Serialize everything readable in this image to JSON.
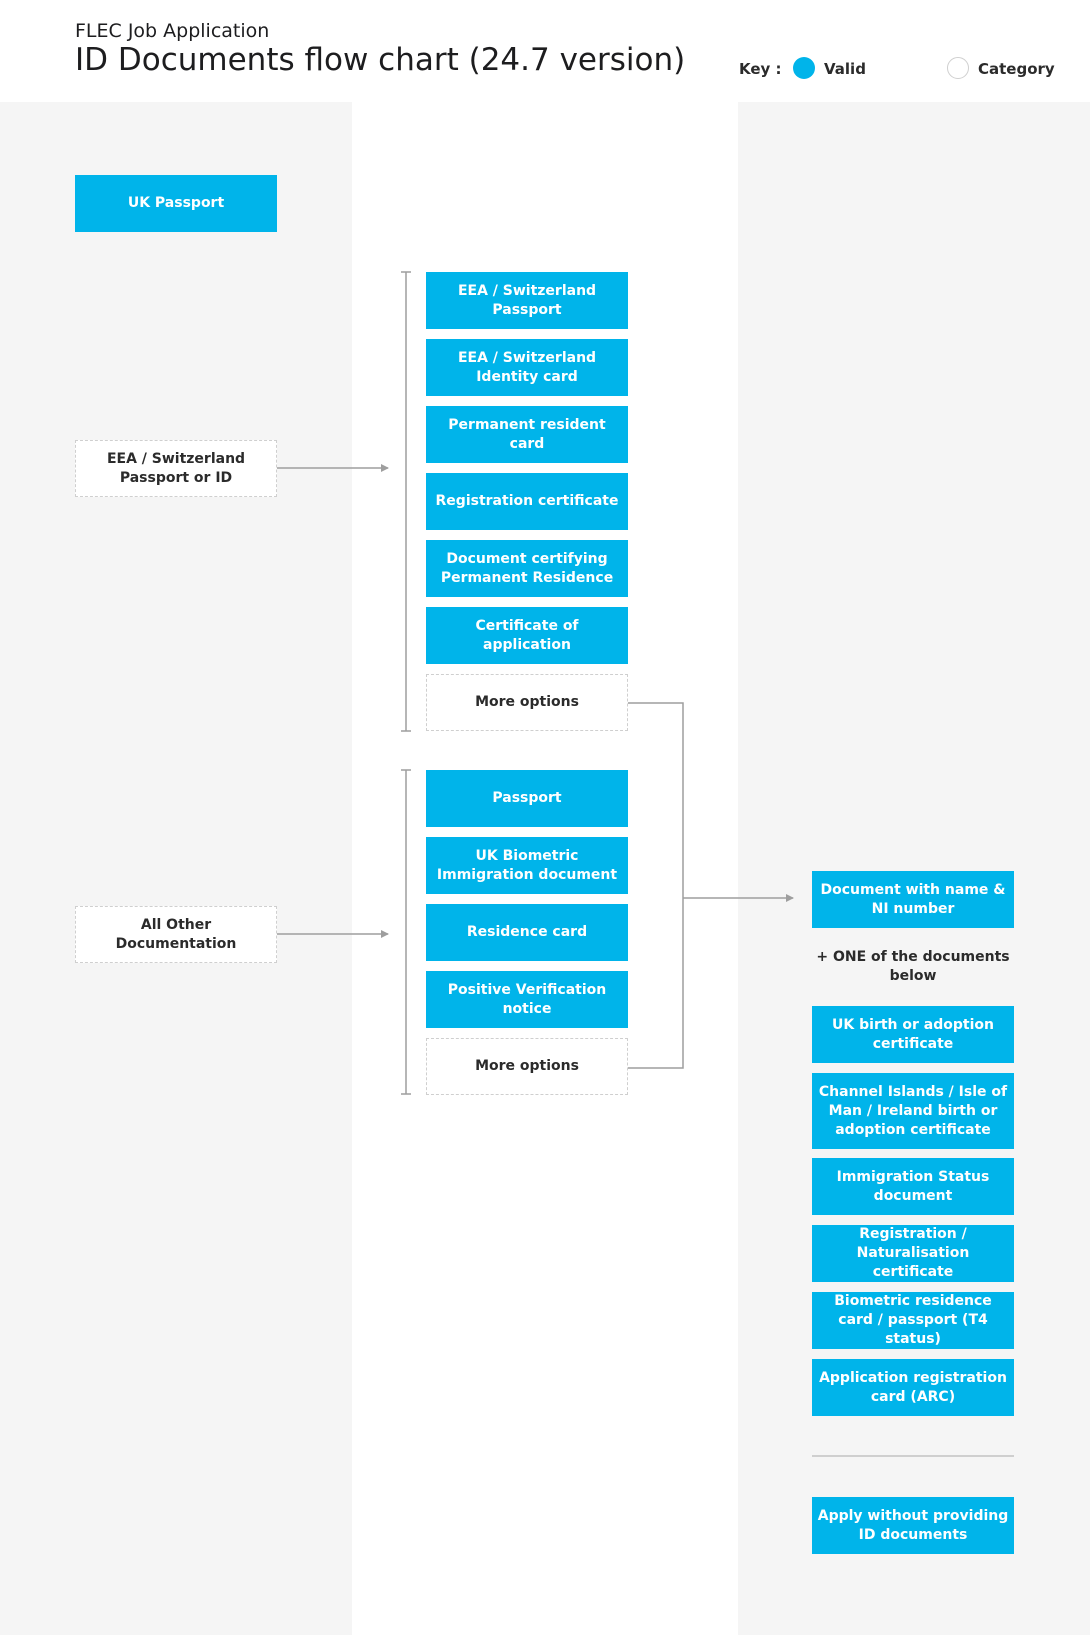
{
  "header": {
    "subtitle": "FLEC Job Application",
    "title": "ID Documents flow chart (24.7 version)"
  },
  "key": {
    "label": "Key :",
    "valid_label": "Valid",
    "category_label": "Category"
  },
  "colors": {
    "valid": "#00b4ea",
    "category_border": "#cfcfcf",
    "column_background": "#f5f5f5",
    "connector": "#9e9e9e"
  },
  "categories": {
    "uk_passport": "UK Passport",
    "eea_switzerland": "EEA / Switzerland Passport or ID",
    "all_other": "All Other Documentation"
  },
  "eea_documents": [
    "EEA / Switzerland Passport",
    "EEA / Switzerland Identity card",
    "Permanent resident card",
    "Registration certificate",
    "Document certifying Permanent Residence",
    "Certificate of application"
  ],
  "eea_more_options": "More options",
  "other_documents": [
    "Passport",
    "UK Biometric Immigration document",
    "Residence card",
    "Positive Verification notice"
  ],
  "other_more_options": "More options",
  "ni_document": "Document with name & NI number",
  "plus_one_text": "+ ONE of the documents below",
  "ni_supporting_documents": [
    "UK birth or adoption certificate",
    "Channel Islands / Isle of Man / Ireland birth or adoption certificate",
    "Immigration Status document",
    "Registration / Naturalisation certificate",
    "Biometric residence card / passport (T4 status)",
    "Application registration card (ARC)"
  ],
  "apply_without": "Apply without providing ID documents"
}
